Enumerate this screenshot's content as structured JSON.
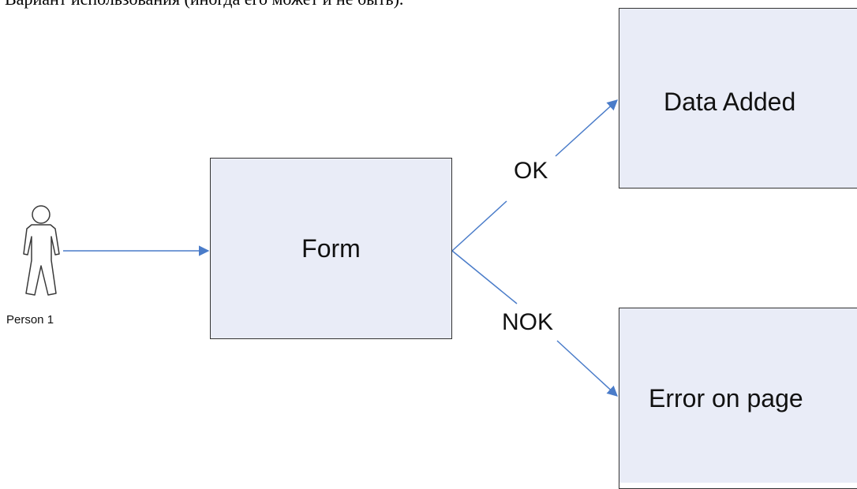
{
  "caption": "Вариант использования (иногда его может и не быть).",
  "actor": {
    "label": "Person 1"
  },
  "nodes": {
    "form": "Form",
    "data_added": "Data Added",
    "error_page": "Error on page"
  },
  "edges": {
    "ok": "OK",
    "nok": "NOK"
  },
  "colors": {
    "box_fill": "#e9ecf7",
    "arrow": "#4a7cc9",
    "actor_stroke": "#3a3a3a"
  }
}
